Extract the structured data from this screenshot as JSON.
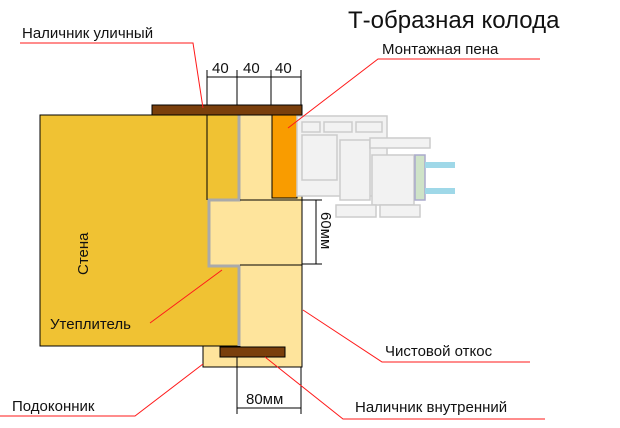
{
  "title": "Т-образная колода",
  "labels": {
    "outer_trim": "Наличник уличный",
    "foam": "Монтажная пена",
    "wall": "Стена",
    "insulation": "Утеплитель",
    "finish_slope": "Чистовой откос",
    "sill": "Подоконник",
    "inner_trim": "Наличник внутренний"
  },
  "dimensions": {
    "top": [
      "40",
      "40",
      "40"
    ],
    "side": "60мм",
    "bottom": "80мм"
  },
  "colors": {
    "wall": "#F0C233",
    "timber": "#FEE49C",
    "trim": "#7A3F0C",
    "foam": "#F99C00",
    "leader": "#FF1A1A"
  }
}
